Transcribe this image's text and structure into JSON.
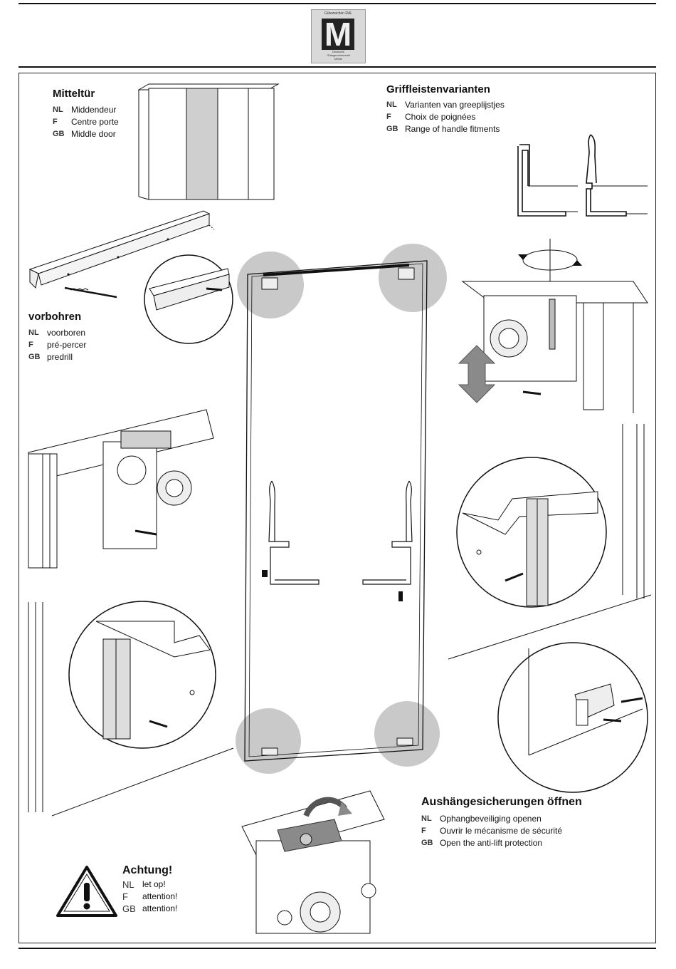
{
  "logo": {
    "top_text": "Gütezeichen RAL",
    "letter": "M",
    "sub_text": [
      "Deutsche",
      "Gütegemeinschaft",
      "Möbel"
    ]
  },
  "mitteltuer": {
    "title": "Mitteltür",
    "items": [
      {
        "code": "NL",
        "text": "Middendeur"
      },
      {
        "code": "F",
        "text": "Centre porte"
      },
      {
        "code": "GB",
        "text": "Middle door"
      }
    ]
  },
  "griffleisten": {
    "title": "Griffleistenvarianten",
    "items": [
      {
        "code": "NL",
        "text": "Varianten van greeplijstjes"
      },
      {
        "code": "F",
        "text": "Choix de poignées"
      },
      {
        "code": "GB",
        "text": "Range of handle fitments"
      }
    ]
  },
  "vorbohren": {
    "title": "vorbohren",
    "items": [
      {
        "code": "NL",
        "text": "voorboren"
      },
      {
        "code": "F",
        "text": "pré-percer"
      },
      {
        "code": "GB",
        "text": "predrill"
      }
    ]
  },
  "aushaenge": {
    "title": "Aushängesicherungen öffnen",
    "items": [
      {
        "code": "NL",
        "text": "Ophangbeveiliging openen"
      },
      {
        "code": "F",
        "text": "Ouvrir le mécanisme de sécurité"
      },
      {
        "code": "GB",
        "text": "Open the anti-lift protection"
      }
    ]
  },
  "achtung": {
    "title": "Achtung!",
    "items": [
      {
        "code": "NL",
        "text": "let op!"
      },
      {
        "code": "F",
        "text": "attention!"
      },
      {
        "code": "GB",
        "text": "attention!"
      }
    ]
  },
  "colors": {
    "line": "#111111",
    "circle_fill": "#c9c9c9",
    "panel_grey": "#cfcfcf",
    "arrow_grey": "#8a8a8a"
  }
}
